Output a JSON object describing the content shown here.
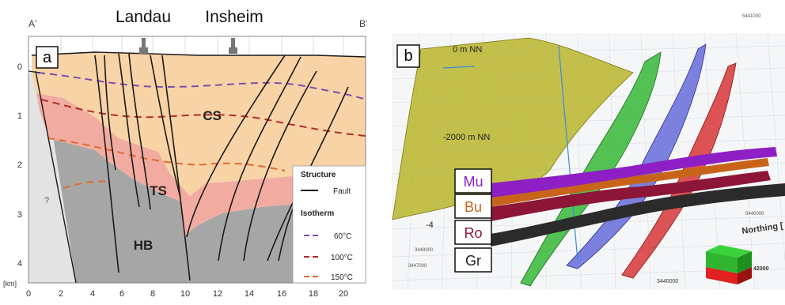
{
  "panel_a": {
    "badge": "a",
    "corner_left": "A'",
    "corner_right": "B'",
    "town_left": "Landau",
    "town_right": "Insheim",
    "unit_label": "[km]",
    "question_mark": "?",
    "y_ticks": [
      "0",
      "1",
      "2",
      "3",
      "4"
    ],
    "x_ticks": [
      "0",
      "2",
      "4",
      "6",
      "8",
      "10",
      "12",
      "14",
      "16",
      "18",
      "20"
    ],
    "unit_labels": {
      "cs": "CS",
      "ts": "TS",
      "hb": "HB"
    },
    "legend": {
      "structure_title": "Structure",
      "fault_label": "Fault",
      "isotherm_title": "Isotherm",
      "iso_60": "60°C",
      "iso_100": "100°C",
      "iso_150": "150°C"
    },
    "colors": {
      "cs": "#f8d3a5",
      "ts": "#f1aba1",
      "hb": "#a6a6a6",
      "basement": "#e3e3e3",
      "iso_60": "#7a4fb0",
      "iso_100": "#b52a2a",
      "iso_150": "#e06a30"
    }
  },
  "panel_b": {
    "badge": "b",
    "depth_top": "0 m NN",
    "depth_mid": "-2000 m NN",
    "depth_low": "-4",
    "northing": "Northing [",
    "coord_easting": "3440000",
    "coord_small": "42000",
    "coords_left": [
      "3448000",
      "3447000"
    ],
    "coords_right": [
      "5440000",
      "5441000"
    ],
    "layer_labels": {
      "mu": "Mu",
      "bu": "Bu",
      "ro": "Ro",
      "gr": "Gr"
    },
    "colors": {
      "mu": "#8e1fc4",
      "bu": "#c8641a",
      "ro": "#8c1538",
      "gr": "#2b2b2b",
      "fault_yellow": "#b3b01a",
      "fault_green": "#2fb52f",
      "fault_blue": "#4d52d6",
      "fault_red": "#d42b2b"
    }
  }
}
